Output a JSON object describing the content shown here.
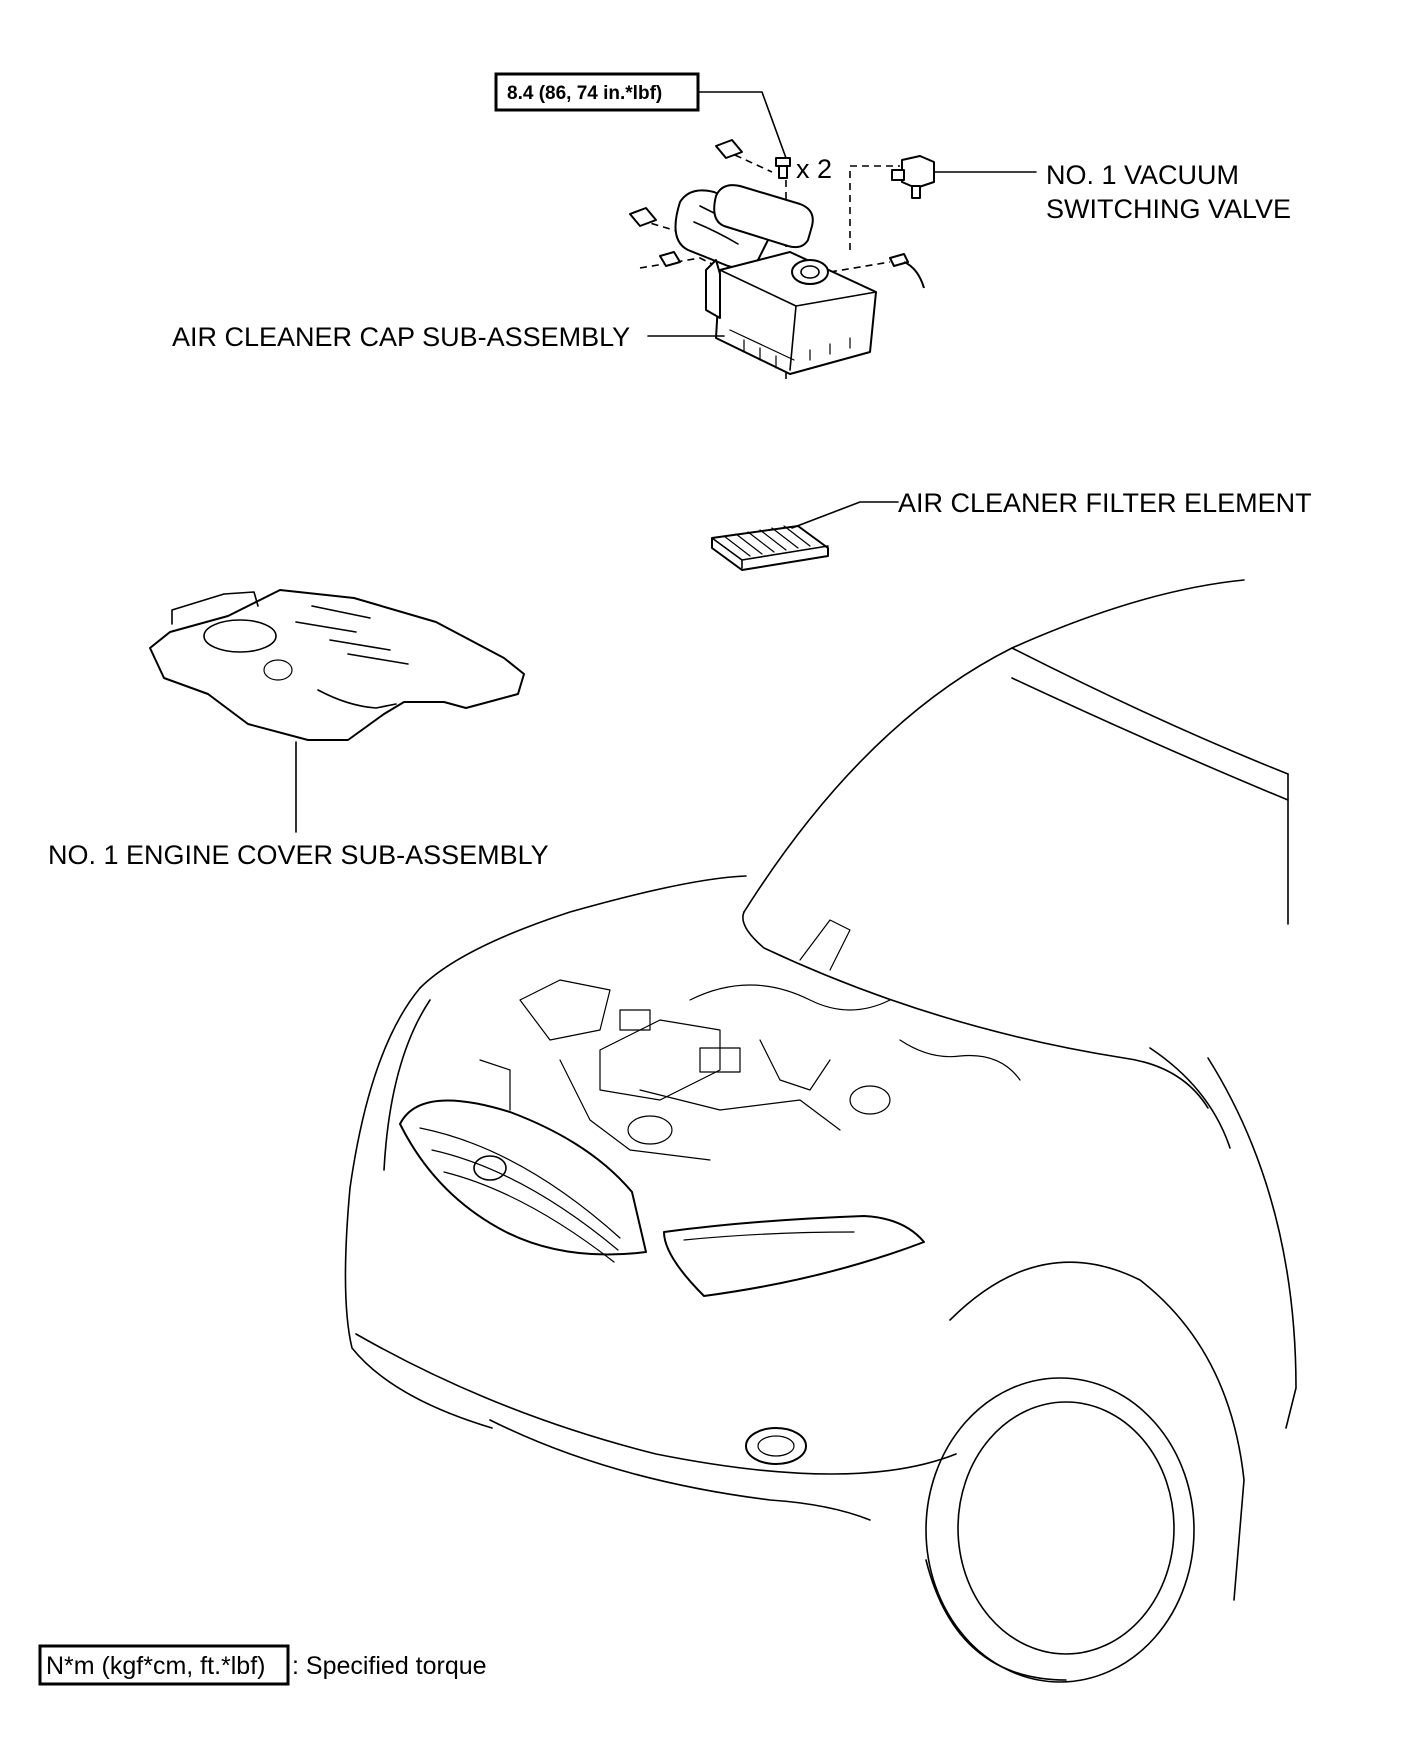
{
  "torque_callout": {
    "value": "8.4 (86, 74 in.*lbf)",
    "quantity": "x 2"
  },
  "labels": {
    "vacuum_valve_line1": "NO. 1 VACUUM",
    "vacuum_valve_line2": "SWITCHING VALVE",
    "air_cleaner_cap": "AIR CLEANER CAP SUB-ASSEMBLY",
    "air_filter": "AIR CLEANER FILTER ELEMENT",
    "engine_cover": "NO. 1 ENGINE COVER SUB-ASSEMBLY"
  },
  "legend": {
    "unit_box": "N*m (kgf*cm, ft.*lbf)",
    "description": ": Specified torque"
  },
  "icons": [
    "bolt-icon",
    "vacuum-switching-valve-icon",
    "air-cleaner-cap-icon",
    "air-filter-icon",
    "engine-cover-icon",
    "vehicle-front-icon"
  ]
}
